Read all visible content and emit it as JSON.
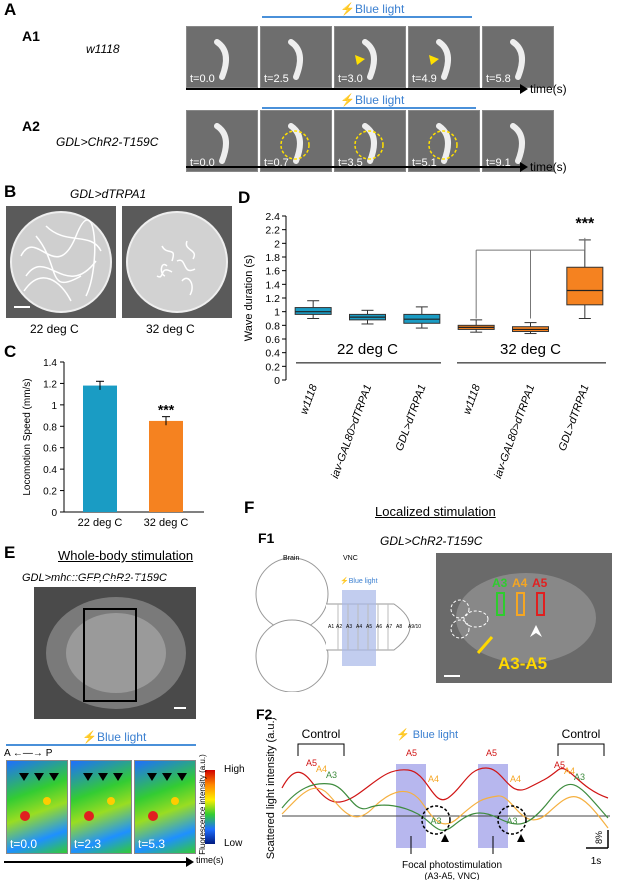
{
  "panels": {
    "A": "A",
    "A1": "A1",
    "A2": "A2",
    "B": "B",
    "C": "C",
    "D": "D",
    "E": "E",
    "F": "F",
    "F1": "F1",
    "F2": "F2"
  },
  "panelA": {
    "blue_light": "Blue light",
    "time_label": "time(s)",
    "row1": {
      "genotype": "w1118",
      "frames": [
        "t=0.0",
        "t=2.5",
        "t=3.0",
        "t=4.9",
        "t=5.8"
      ]
    },
    "row2": {
      "genotype": "GDL>ChR2-T159C",
      "frames": [
        "t=0.0",
        "t=0.7",
        "t=3.5",
        "t=5.1",
        "t=9.1"
      ]
    }
  },
  "panelB": {
    "genotype": "GDL>dTRPA1",
    "labels": [
      "22 deg C",
      "32 deg C"
    ]
  },
  "panelC": {
    "chart_data": {
      "type": "bar",
      "categories": [
        "22 deg C",
        "32 deg C"
      ],
      "values": [
        1.18,
        0.85
      ],
      "errors": [
        0.04,
        0.04
      ],
      "colors": [
        "#1a9cc4",
        "#f58220"
      ],
      "ylabel": "Locomotion Speed (mm/s)",
      "ylim": [
        0,
        1.4
      ],
      "yticks": [
        "0",
        "0.2",
        "0.4",
        "0.6",
        "0.8",
        "1",
        "1.2",
        "1.4"
      ],
      "annotation": "***"
    }
  },
  "panelD": {
    "chart_data": {
      "type": "box",
      "ylabel": "Wave duration (s)",
      "ylim": [
        0,
        2.4
      ],
      "yticks": [
        "0",
        "0.2",
        "0.4",
        "0.6",
        "0.8",
        "1",
        "1.2",
        "1.4",
        "1.6",
        "1.8",
        "2",
        "2.2",
        "2.4"
      ],
      "groups": [
        "22 deg C",
        "32 deg C"
      ],
      "categories": [
        "w1118",
        "iav-GAL80>dTRPA1",
        "GDL>dTRPA1",
        "w1118",
        "iav-GAL80>dTRPA1",
        "GDL>dTRPA1"
      ],
      "boxes": [
        {
          "min": 0.9,
          "q1": 0.96,
          "median": 1.0,
          "q3": 1.06,
          "max": 1.16,
          "color": "#1a9cc4"
        },
        {
          "min": 0.82,
          "q1": 0.88,
          "median": 0.92,
          "q3": 0.96,
          "max": 1.02,
          "color": "#1a9cc4"
        },
        {
          "min": 0.76,
          "q1": 0.83,
          "median": 0.89,
          "q3": 0.96,
          "max": 1.07,
          "color": "#1a9cc4"
        },
        {
          "min": 0.7,
          "q1": 0.74,
          "median": 0.77,
          "q3": 0.8,
          "max": 0.88,
          "color": "#f58220"
        },
        {
          "min": 0.68,
          "q1": 0.71,
          "median": 0.74,
          "q3": 0.78,
          "max": 0.84,
          "color": "#f58220"
        },
        {
          "min": 0.9,
          "q1": 1.1,
          "median": 1.31,
          "q3": 1.65,
          "max": 2.05,
          "color": "#f58220"
        }
      ],
      "annotation": "***"
    }
  },
  "panelE": {
    "title": "Whole-body stimulation",
    "genotype": "GDL>mhc::GFP,ChR2-T159C",
    "axis_a": "A",
    "axis_p": "P",
    "blue_light": "Blue light",
    "frames": [
      "t=0.0",
      "t=2.3",
      "t=5.3"
    ],
    "colorbar_label": "Fluorescence intensity (a.u.)",
    "colorbar_high": "High",
    "colorbar_low": "Low",
    "time_label": "time(s)"
  },
  "panelF": {
    "title": "Localized stimulation",
    "genotype": "GDL>ChR2-T159C",
    "brain": "Brain",
    "vnc": "VNC",
    "blue_light": "Blue light",
    "segments": [
      "A1",
      "A2",
      "A3",
      "A4",
      "A5",
      "A6",
      "A7",
      "A8",
      "A9/10"
    ],
    "photo_segments": [
      "A3",
      "A4",
      "A5"
    ],
    "photo_segment_colors": [
      "#2ecc2e",
      "#f5a623",
      "#e02020"
    ],
    "photo_callout": "A3-A5",
    "f2": {
      "ylabel": "Scattered light intensity (a.u.)",
      "control": "Control",
      "blue_light": "Blue light",
      "trace_labels": [
        "A5",
        "A4",
        "A3"
      ],
      "circle_label": "A3",
      "focal_note": "Focal photostimulation",
      "focal_note2": "(A3-A5, VNC)",
      "scale_y": "8%",
      "scale_x": "1s"
    }
  }
}
